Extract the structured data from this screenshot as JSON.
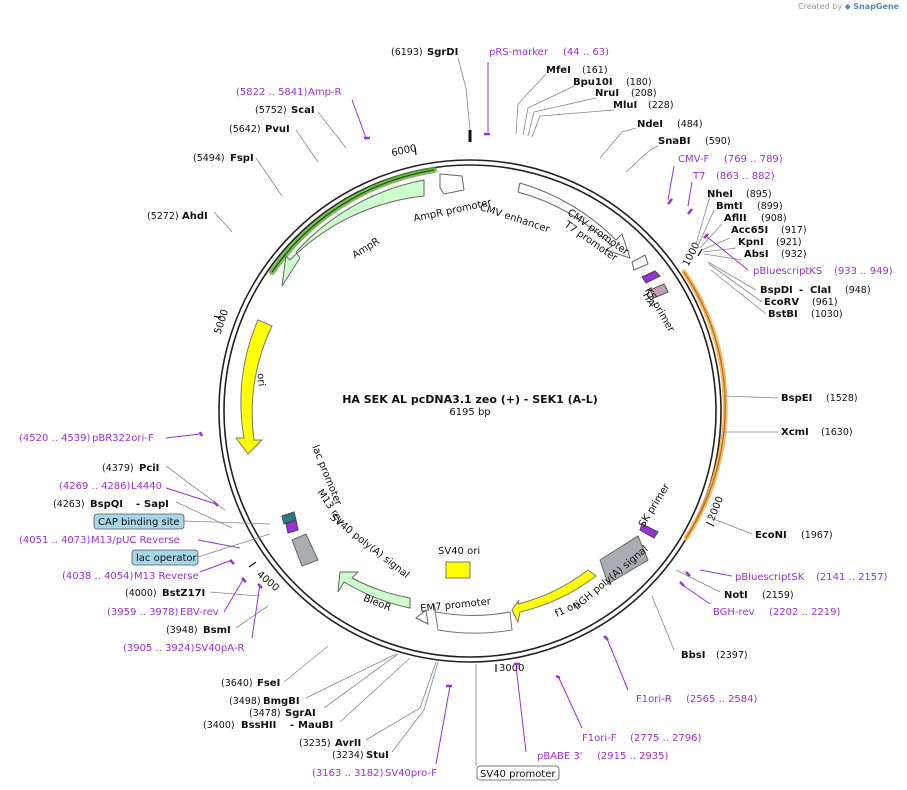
{
  "credit": {
    "prefix": "Created by",
    "brand": "SnapGene"
  },
  "plasmid": {
    "name": "HA SEK AL pcDNA3.1 zeo (+) - SEK1 (A-L)",
    "size_label": "6195 bp",
    "length": 6195
  },
  "ticks": [
    "1000",
    "2000",
    "3000",
    "4000",
    "5000",
    "6000"
  ],
  "enzymes": [
    {
      "name": "SgrDI",
      "pos": "(6193)"
    },
    {
      "name": "MfeI",
      "pos": "(161)"
    },
    {
      "name": "Bpu10I",
      "pos": "(180)"
    },
    {
      "name": "NruI",
      "pos": "(208)"
    },
    {
      "name": "MluI",
      "pos": "(228)"
    },
    {
      "name": "NdeI",
      "pos": "(484)"
    },
    {
      "name": "SnaBI",
      "pos": "(590)"
    },
    {
      "name": "NheI",
      "pos": "(895)"
    },
    {
      "name": "BmtI",
      "pos": "(899)"
    },
    {
      "name": "AflII",
      "pos": "(908)"
    },
    {
      "name": "Acc65I",
      "pos": "(917)"
    },
    {
      "name": "KpnI",
      "pos": "(921)"
    },
    {
      "name": "AbsI",
      "pos": "(932)"
    },
    {
      "name": "BspDI",
      "name2": "ClaI",
      "pos": "(948)"
    },
    {
      "name": "EcoRV",
      "pos": "(961)"
    },
    {
      "name": "BstBI",
      "pos": "(1030)"
    },
    {
      "name": "BspEI",
      "pos": "(1528)"
    },
    {
      "name": "XcmI",
      "pos": "(1630)"
    },
    {
      "name": "EcoNI",
      "pos": "(1967)"
    },
    {
      "name": "NotI",
      "pos": "(2159)"
    },
    {
      "name": "BbsI",
      "pos": "(2397)"
    },
    {
      "name": "StuI",
      "pos": "(3234)"
    },
    {
      "name": "AvrII",
      "pos": "(3235)"
    },
    {
      "name": "BssHII",
      "name2": "MauBI",
      "pos": "(3400)"
    },
    {
      "name": "SgrAI",
      "pos": "(3478)"
    },
    {
      "name": "BmgBI",
      "pos": "(3498)"
    },
    {
      "name": "FseI",
      "pos": "(3640)"
    },
    {
      "name": "BsmI",
      "pos": "(3948)"
    },
    {
      "name": "BstZ17I",
      "pos": "(4000)"
    },
    {
      "name": "BspQI",
      "name2": "SapI",
      "pos": "(4263)"
    },
    {
      "name": "PciI",
      "pos": "(4379)"
    },
    {
      "name": "AhdI",
      "pos": "(5272)"
    },
    {
      "name": "FspI",
      "pos": "(5494)"
    },
    {
      "name": "PvuI",
      "pos": "(5642)"
    },
    {
      "name": "ScaI",
      "pos": "(5752)"
    }
  ],
  "primers": [
    {
      "name": "pRS-marker",
      "range": "(44 .. 63)"
    },
    {
      "name": "CMV-F",
      "range": "(769 .. 789)"
    },
    {
      "name": "T7",
      "range": "(863 .. 882)"
    },
    {
      "name": "pBluescriptKS",
      "range": "(933 .. 949)"
    },
    {
      "name": "pBluescriptSK",
      "range": "(2141 .. 2157)"
    },
    {
      "name": "BGH-rev",
      "range": "(2202 .. 2219)"
    },
    {
      "name": "F1ori-R",
      "range": "(2565 .. 2584)"
    },
    {
      "name": "F1ori-F",
      "range": "(2775 .. 2796)"
    },
    {
      "name": "pBABE 3'",
      "range": "(2915 .. 2935)"
    },
    {
      "name": "SV40pro-F",
      "range": "(3163 .. 3182)"
    },
    {
      "name": "SV40pA-R",
      "range": "(3905 .. 3924)"
    },
    {
      "name": "EBV-rev",
      "range": "(3959 .. 3978)"
    },
    {
      "name": "M13 Reverse",
      "range": "(4038 .. 4054)"
    },
    {
      "name": "M13/pUC Reverse",
      "range": "(4051 .. 4073)"
    },
    {
      "name": "L4440",
      "range": "(4269 .. 4286)"
    },
    {
      "name": "pBR322ori-F",
      "range": "(4520 .. 4539)"
    },
    {
      "name": "Amp-R",
      "range": "(5822 .. 5841)"
    }
  ],
  "features": {
    "cmv_enhancer": "CMV enhancer",
    "cmv_promoter": "CMV promoter",
    "t7_promoter": "T7 promoter",
    "ha": "HA",
    "ks_primer": "KS primer",
    "sk_primer": "SK primer",
    "bgh": "bGH poly(A) signal",
    "f1ori": "f1 ori",
    "sv40ori": "SV40 ori",
    "em7": "EM7 promoter",
    "bleor": "BleoR",
    "sv40pa": "SV40 poly(A) signal",
    "m13rev": "M13 rev",
    "lac_promoter": "lac promoter",
    "ori": "ori",
    "ampr": "AmpR",
    "ampr_promoter": "AmpR promoter",
    "cap_site": "CAP binding site",
    "lac_operator": "lac operator",
    "sv40_promoter": "SV40 promoter"
  },
  "colors": {
    "primer": "#9b30d9",
    "ori": "#ffff00",
    "ampr": "#ccffcc",
    "bleor": "#ccffcc",
    "polyA": "#a9adb2",
    "insert_arc": "#f5b04a",
    "ampr_highlight": "#2d7a18",
    "cap_box": "#a7d6e6"
  }
}
